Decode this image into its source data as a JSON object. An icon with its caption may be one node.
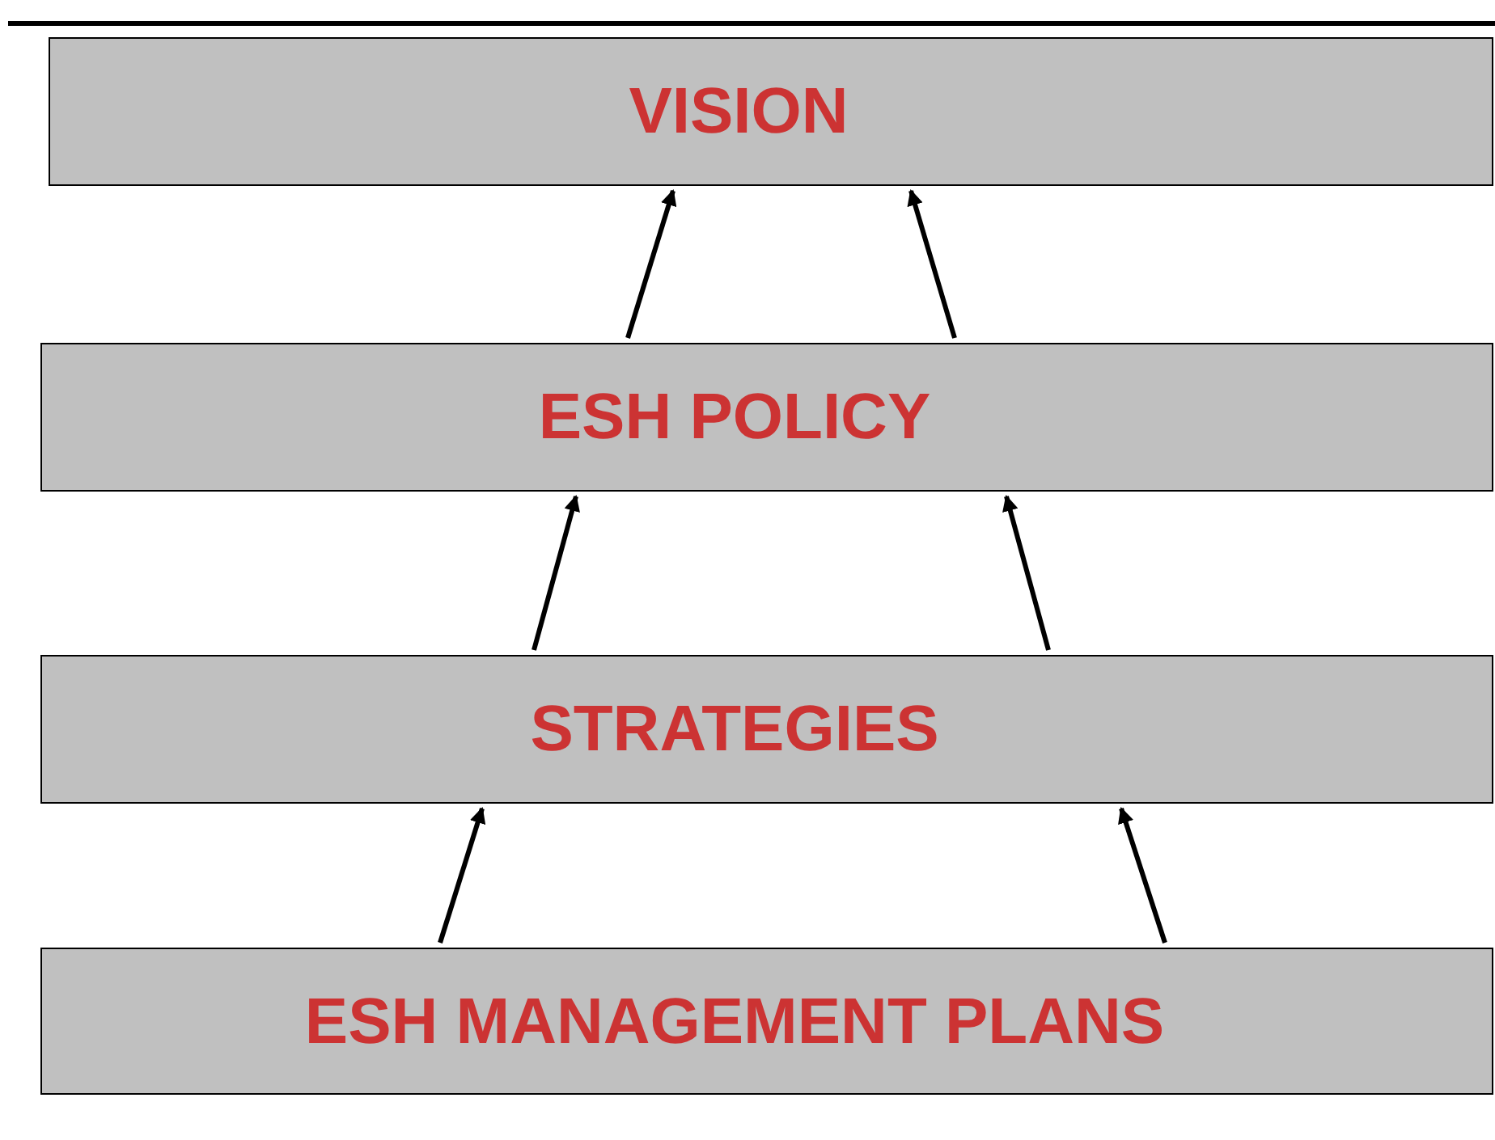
{
  "diagram": {
    "nodes": [
      {
        "text": [
          "VISION"
        ]
      },
      {
        "text": [
          "ESH POLICY"
        ]
      },
      {
        "text": [
          "STRATEGIES"
        ]
      },
      {
        "text": [
          "ESH MANAGEMENT PLANS"
        ]
      }
    ],
    "edges": [
      {
        "from": 1,
        "to": 0,
        "arrow": "to"
      },
      {
        "from": 1,
        "to": 0,
        "arrow": "to"
      },
      {
        "from": 2,
        "to": 1,
        "arrow": "to"
      },
      {
        "from": 2,
        "to": 1,
        "arrow": "to"
      },
      {
        "from": 3,
        "to": 2,
        "arrow": "to"
      },
      {
        "from": 3,
        "to": 2,
        "arrow": "to"
      }
    ]
  }
}
